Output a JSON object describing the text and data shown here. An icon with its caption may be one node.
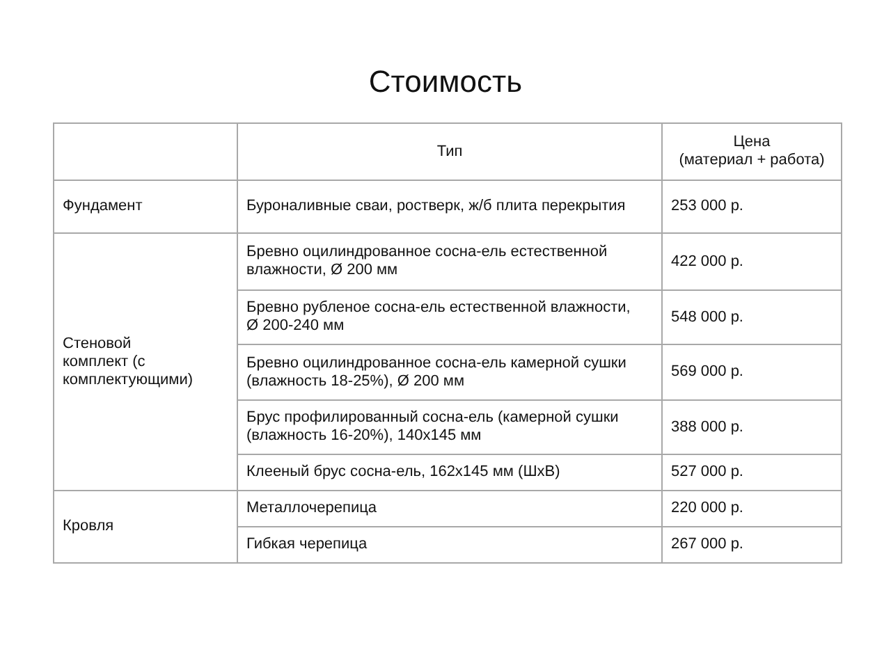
{
  "diagram": {
    "title": "Стоимость",
    "labels": [
      "Тип",
      "Цена",
      "(материал + работа)",
      "Фундамент",
      "Буроналивные сваи, ростверк, ж/б плита перекрытия",
      "253 000 р.",
      "Стеновой комплект (с комплектующими)",
      "Бревно оцилиндрованное сосна-ель естественной влажности, Ø 200 мм",
      "422 000 р.",
      "Бревно рубленое сосна-ель естественной влажности, Ø 200-240 мм",
      "548 000 р.",
      "Бревно оцилиндрованное сосна-ель камерной сушки (влажность 18-25%), Ø 200 мм",
      "569 000 р.",
      "Брус профилированный сосна-ель (камерной сушки (влажность 16-20%), 140х145 мм",
      "388 000 р.",
      "Клееный брус сосна-ель, 162х145 мм (ШхВ)",
      "527 000 р.",
      "Кровля",
      "Металлочерепица",
      "220 000 р.",
      "Гибкая черепица",
      "267 000 р."
    ]
  }
}
